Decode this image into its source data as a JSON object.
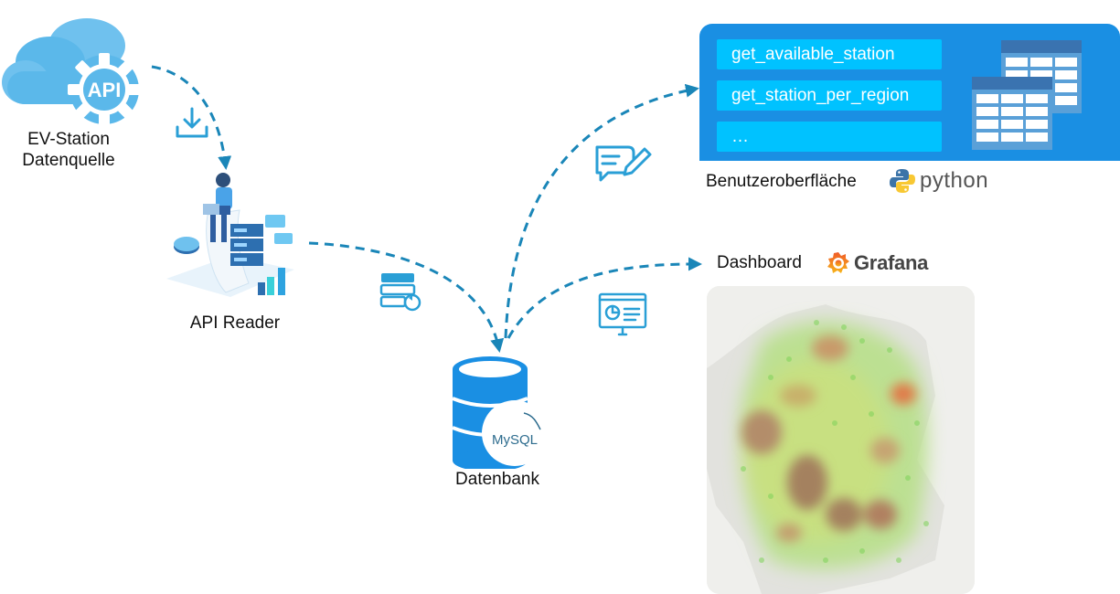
{
  "nodes": {
    "source": {
      "line1": "EV-Station",
      "line2": "Datenquelle",
      "icon_text": "API"
    },
    "reader": {
      "label": "API Reader"
    },
    "database": {
      "label": "Datenbank",
      "logo": "MySQL"
    },
    "ui": {
      "label": "Benutzeroberfläche",
      "functions": [
        "get_available_station",
        "get_station_per_region",
        "…"
      ],
      "logo": "python"
    },
    "dashboard": {
      "label": "Dashboard",
      "logo": "Grafana"
    }
  },
  "colors": {
    "arrow": "#1a86b8",
    "panel": "#1a8fe3",
    "function_box": "#00c2ff",
    "cloud": "#5bb8ea"
  },
  "icons": [
    "cloud-api-icon",
    "download-icon",
    "developer-illustration-icon",
    "server-sync-icon",
    "mysql-database-icon",
    "edit-message-icon",
    "presentation-chart-icon",
    "table-icon",
    "python-logo-icon",
    "grafana-logo-icon",
    "heatmap-map"
  ]
}
